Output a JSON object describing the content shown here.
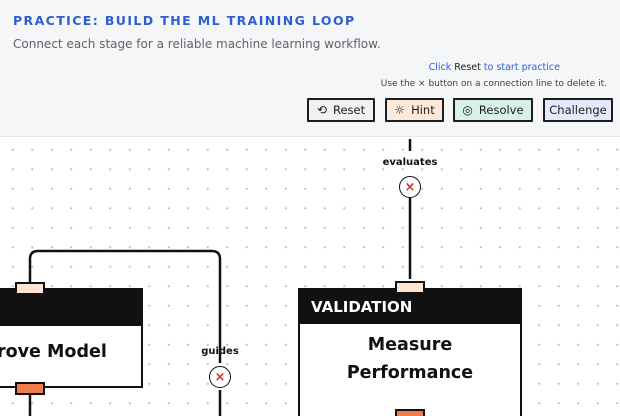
{
  "header": {
    "title": "PRACTICE: BUILD THE ML TRAINING LOOP",
    "subtitle": "Connect each stage for a reliable machine learning workflow.",
    "reset_hint": {
      "prefix": "Click",
      "keyword": "Reset",
      "suffix": "to start practice"
    },
    "delete_help": "Use the × button on a connection line to delete it."
  },
  "toolbar": {
    "reset": {
      "label": "Reset",
      "icon": "refresh-icon"
    },
    "hint": {
      "label": "Hint",
      "icon": "lightbulb-icon"
    },
    "resolve": {
      "label": "Resolve",
      "icon": "brain-icon"
    },
    "challenge": {
      "label": "Challenge"
    }
  },
  "nodes": {
    "left": {
      "body": "rove Model"
    },
    "validation": {
      "header": "VALIDATION",
      "line1": "Measure",
      "line2": "Performance"
    }
  },
  "connections": {
    "top": {
      "label": "evaluates",
      "delete_symbol": "×"
    },
    "middle": {
      "label": "guides",
      "delete_symbol": "×"
    }
  },
  "colors": {
    "accent_blue": "#2d5fd2",
    "port_in": "#fde4d2",
    "port_out": "#ef7c4a",
    "delete_x": "#d93025"
  }
}
